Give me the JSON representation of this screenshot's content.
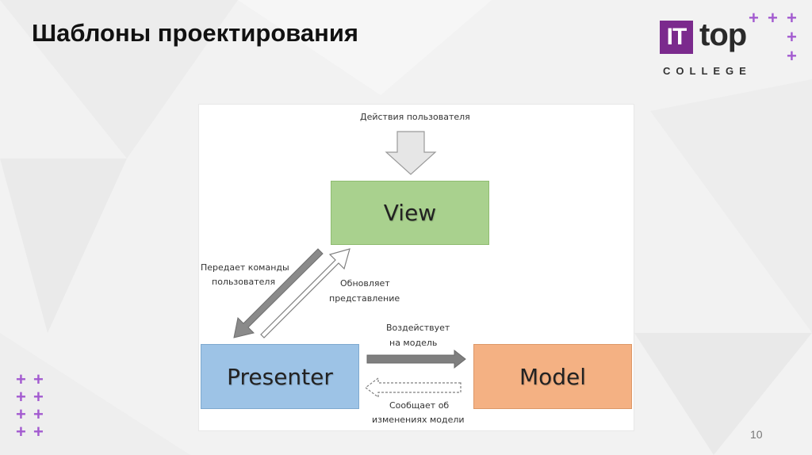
{
  "slide": {
    "title": "Шаблоны проектирования",
    "page_number": "10"
  },
  "logo": {
    "it": "IT",
    "top": "top",
    "college": "COLLEGE"
  },
  "diagram": {
    "user_actions": "Действия пользователя",
    "boxes": {
      "view": "View",
      "presenter": "Presenter",
      "model": "Model"
    },
    "labels": {
      "passes_commands_1": "Передает команды",
      "passes_commands_2": "пользователя",
      "updates_view_1": "Обновляет",
      "updates_view_2": "представление",
      "affects_model_1": "Воздействует",
      "affects_model_2": "на модель",
      "notifies_1": "Сообщает об",
      "notifies_2": "изменениях модели"
    },
    "colors": {
      "view": "#a9d18e",
      "presenter": "#9dc3e6",
      "model": "#f4b183",
      "arrow": "#7f7f7f"
    }
  }
}
